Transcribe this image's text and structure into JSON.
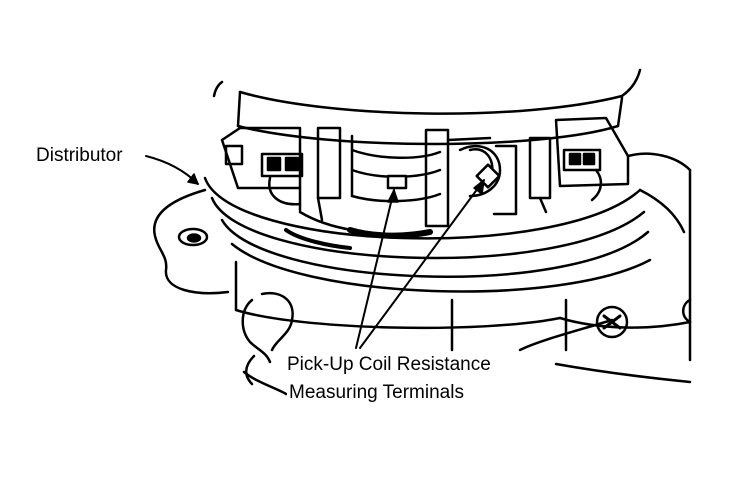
{
  "labels": {
    "distributor": "Distributor",
    "pickup_line1": "Pick-Up Coil Resistance",
    "pickup_line2": "Measuring Terminals"
  },
  "colors": {
    "ink": "#000000",
    "paper": "#ffffff"
  }
}
